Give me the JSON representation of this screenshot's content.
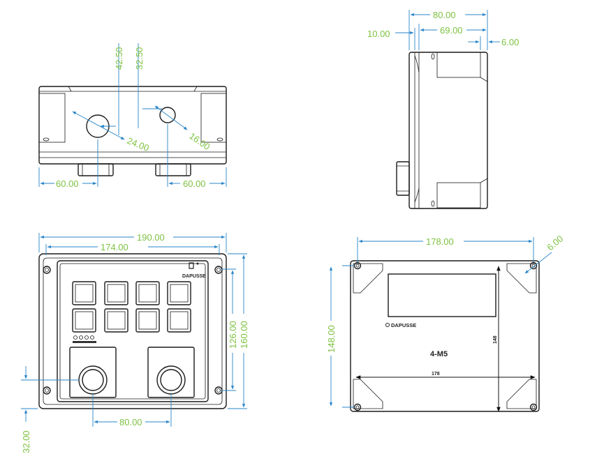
{
  "views": {
    "front": {
      "dim_42_50": "42.50",
      "dim_32_50": "32.50",
      "dim_24_00": "24.00",
      "dim_16_00": "16.00",
      "dim_60_left": "60.00",
      "dim_60_right": "60.00"
    },
    "side": {
      "dim_80_00": "80.00",
      "dim_69_00": "69.00",
      "dim_10_00": "10.00",
      "dim_6_00": "6.00"
    },
    "top": {
      "dim_190_00": "190.00",
      "dim_174_00": "174.00",
      "dim_126_00": "126.00",
      "dim_160_00": "160.00",
      "dim_80_00": "80.00",
      "dim_32_00": "32.00",
      "logo_text": "DAPUSSE"
    },
    "back": {
      "dim_178_00": "178.00",
      "dim_6_00": "6.00",
      "dim_148_00": "148.00",
      "mount_label": "4-M5",
      "inner_148": "148",
      "inner_178": "178",
      "logo_text": "DAPUSSE"
    }
  },
  "colors": {
    "dimension_text": "#7ec242",
    "dimension_line": "#2a86c9",
    "outline": "#1a1a1a"
  }
}
